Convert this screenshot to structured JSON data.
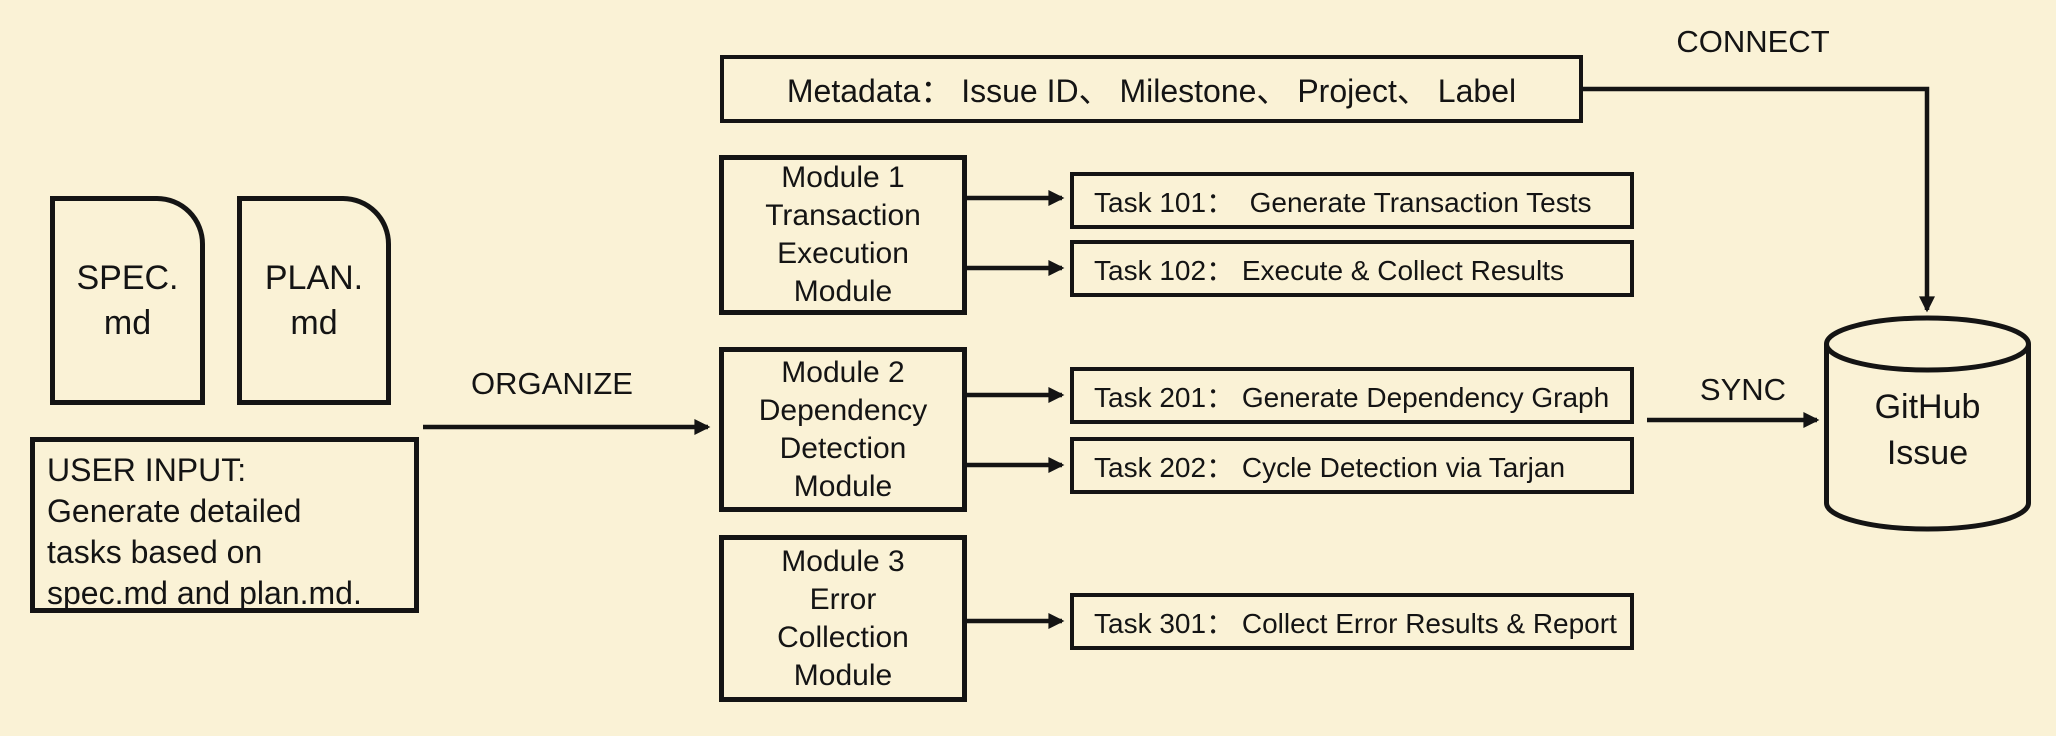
{
  "diagram": {
    "background_color": "#FAF2D6",
    "stroke_color": "#141414"
  },
  "documents": [
    {
      "lines": [
        "SPEC.",
        "md"
      ]
    },
    {
      "lines": [
        "PLAN.",
        "md"
      ]
    }
  ],
  "user_input": {
    "lines": [
      "USER INPUT:",
      "Generate detailed",
      "tasks based on",
      "spec.md and plan.md."
    ]
  },
  "flow_labels": {
    "organize": "ORGANIZE",
    "connect": "CONNECT",
    "sync": "SYNC"
  },
  "metadata_box": {
    "text": "Metadata： Issue ID、 Milestone、 Project、 Label"
  },
  "modules": [
    {
      "title_lines": [
        "Module 1",
        "Transaction",
        "Execution",
        "Module"
      ],
      "tasks": [
        {
          "text": "Task 101：  Generate Transaction Tests"
        },
        {
          "text": "Task 102： Execute & Collect Results"
        }
      ]
    },
    {
      "title_lines": [
        "Module 2",
        "Dependency",
        "Detection",
        "Module"
      ],
      "tasks": [
        {
          "text": "Task 201： Generate Dependency Graph"
        },
        {
          "text": "Task 202： Cycle Detection via Tarjan"
        }
      ]
    },
    {
      "title_lines": [
        "Module 3",
        "Error",
        "Collection",
        "Module"
      ],
      "tasks": [
        {
          "text": "Task 301： Collect Error Results & Report"
        }
      ]
    }
  ],
  "database": {
    "lines": [
      "GitHub",
      "Issue"
    ]
  }
}
